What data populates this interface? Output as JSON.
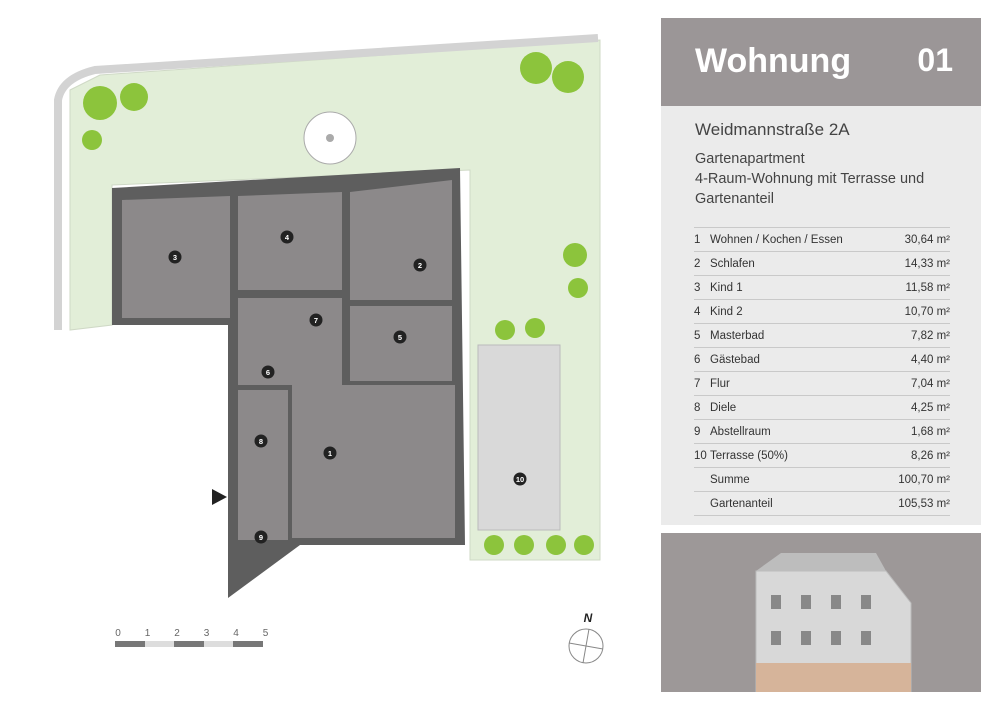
{
  "header": {
    "title": "Wohnung",
    "number": "01"
  },
  "address": "Weidmannstraße 2A",
  "subtitle": [
    "Gartenapartment",
    "4-Raum-Wohnung mit Terrasse und",
    "Gartenanteil"
  ],
  "rooms": [
    {
      "num": "1",
      "name": "Wohnen / Kochen / Essen",
      "area": "30,64 m²"
    },
    {
      "num": "2",
      "name": "Schlafen",
      "area": "14,33 m²"
    },
    {
      "num": "3",
      "name": "Kind 1",
      "area": "11,58 m²"
    },
    {
      "num": "4",
      "name": "Kind 2",
      "area": "10,70 m²"
    },
    {
      "num": "5",
      "name": "Masterbad",
      "area": "7,82 m²"
    },
    {
      "num": "6",
      "name": "Gästebad",
      "area": "4,40 m²"
    },
    {
      "num": "7",
      "name": "Flur",
      "area": "7,04 m²"
    },
    {
      "num": "8",
      "name": "Diele",
      "area": "4,25 m²"
    },
    {
      "num": "9",
      "name": "Abstellraum",
      "area": "1,68 m²"
    },
    {
      "num": "10",
      "name": "Terrasse (50%)",
      "area": "8,26 m²"
    },
    {
      "num": "",
      "name": "Summe",
      "area": "100,70 m²"
    },
    {
      "num": "",
      "name": "Gartenanteil",
      "area": "105,53 m²"
    }
  ],
  "scale": {
    "ticks": [
      "0",
      "1",
      "2",
      "3",
      "4",
      "5"
    ]
  },
  "north": "N",
  "colors": {
    "garden": "#e2eed8",
    "wall": "#5e5e5e",
    "room": "#8c898a",
    "tree": "#8cc43c",
    "panel": "#9b9697"
  }
}
